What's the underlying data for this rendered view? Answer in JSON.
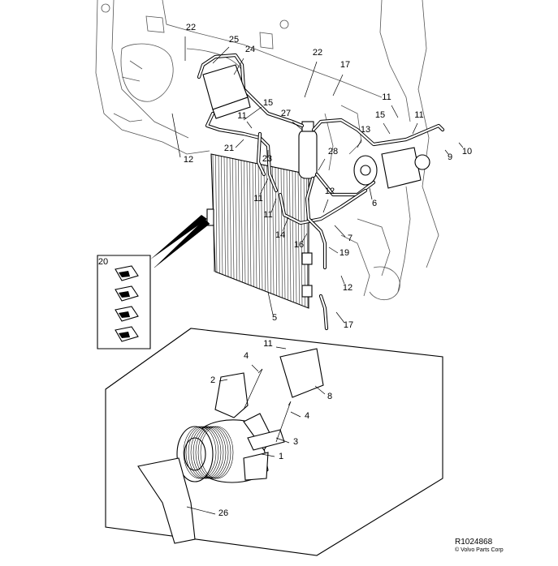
{
  "diagram": {
    "reference_code": "R1024868",
    "copyright": "© Volvo Parts Corp",
    "callouts": [
      "22",
      "25",
      "24",
      "22",
      "17",
      "15",
      "11",
      "27",
      "13",
      "15",
      "11",
      "11",
      "21",
      "23",
      "28",
      "12",
      "9",
      "10",
      "11",
      "12",
      "6",
      "11",
      "14",
      "7",
      "16",
      "19",
      "20",
      "12",
      "5",
      "17",
      "11",
      "4",
      "2",
      "8",
      "4",
      "3",
      "1",
      "26"
    ]
  }
}
